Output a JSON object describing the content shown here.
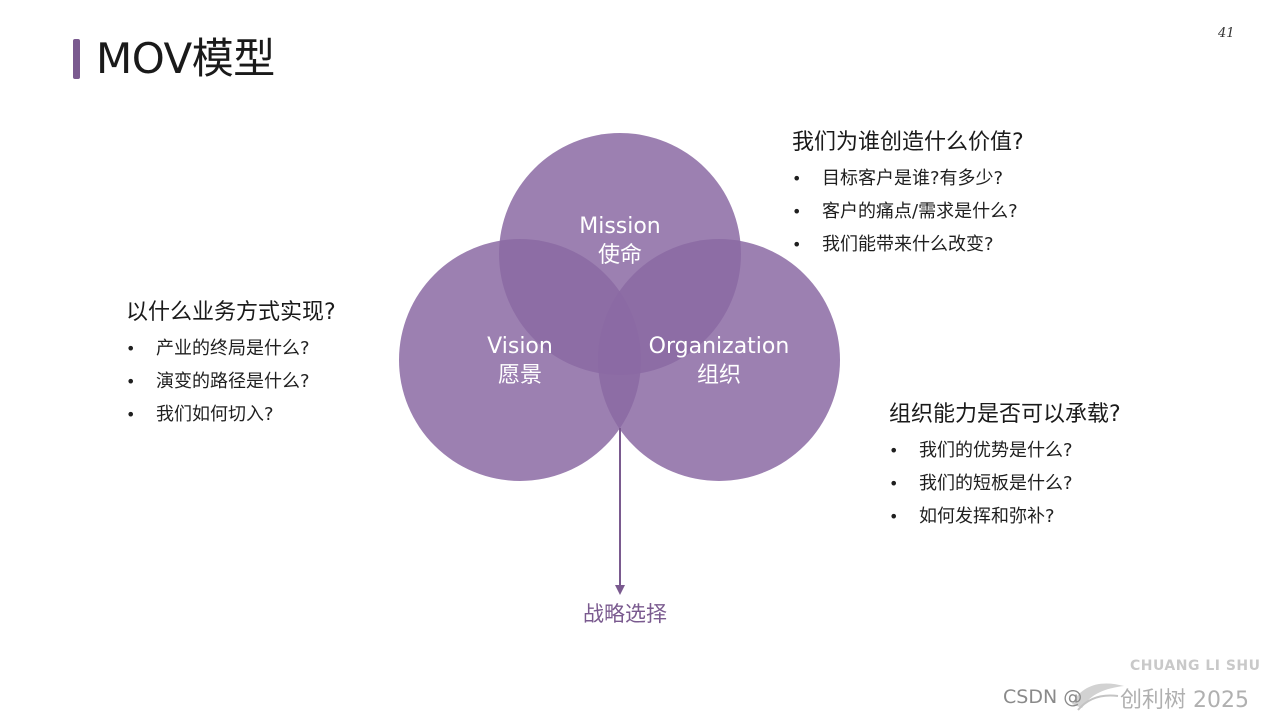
{
  "slide": {
    "title": "MOV模型",
    "page_number": "41"
  },
  "colors": {
    "accent": "#7a5a8f",
    "circle_fill": "#8b6aa3",
    "overlap_fill": "#6e4f87",
    "arrow": "#7a5a8f"
  },
  "diagram": {
    "mission": {
      "en": "Mission",
      "cn": "使命"
    },
    "vision": {
      "en": "Vision",
      "cn": "愿景"
    },
    "organization": {
      "en": "Organization",
      "cn": "组织"
    },
    "outcome": "战略选择"
  },
  "mission_block": {
    "heading": "我们为谁创造什么价值?",
    "items": [
      "目标客户是谁?有多少?",
      "客户的痛点/需求是什么?",
      "我们能带来什么改变?"
    ]
  },
  "vision_block": {
    "heading": "以什么业务方式实现?",
    "items": [
      "产业的终局是什么?",
      "演变的路径是什么?",
      "我们如何切入?"
    ]
  },
  "organization_block": {
    "heading": "组织能力是否可以承载?",
    "items": [
      "我们的优势是什么?",
      "我们的短板是什么?",
      "如何发挥和弥补?"
    ]
  },
  "watermark": {
    "brand_en": "CHUANG LI SHU",
    "csdn": "CSDN @",
    "brand_cn": "创利树 2025"
  }
}
